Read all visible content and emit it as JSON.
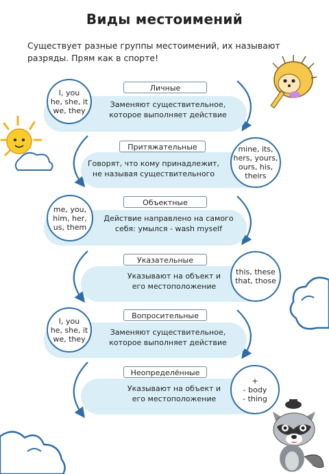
{
  "title": "Виды местоимений",
  "intro": "Существует разные группы местоимений, их называют разряды. Прям как в спорте!",
  "groups": [
    {
      "label": "Личные",
      "description": "Заменяют существительное, которое выполняет действие",
      "examples": "I, you\nhe, she, it\nwe,  they"
    },
    {
      "label": "Притяжательные",
      "description": "Говорят, что кому принадлежит, не называя существительного",
      "examples": "mine, its,\nhers, yours,\nours, his,\ntheirs"
    },
    {
      "label": "Объектные",
      "description": "Действие направлено на самого себя: умылся - wash myself",
      "examples": "me, you,\nhim, her,\nus, them"
    },
    {
      "label": "Указательные",
      "description": "Указывают на объект и его местоположение",
      "examples": "this, these\nthat, those"
    },
    {
      "label": "Вопросительные",
      "description": "Заменяют существительное, которое выполняет действие",
      "examples": "I, you\nhe, she, it\nwe,  they"
    },
    {
      "label": "Неопределённые",
      "description": "Указывают на объект и его местоположение",
      "examples": "+\n- body\n- thing"
    }
  ],
  "colors": {
    "band": "#d9eef7",
    "arrow": "#2e6ea8",
    "accent": "#87c1ef"
  },
  "decor": [
    "sun-icon",
    "hedgehog-icon",
    "cloud-icon",
    "raccoon-icon"
  ]
}
